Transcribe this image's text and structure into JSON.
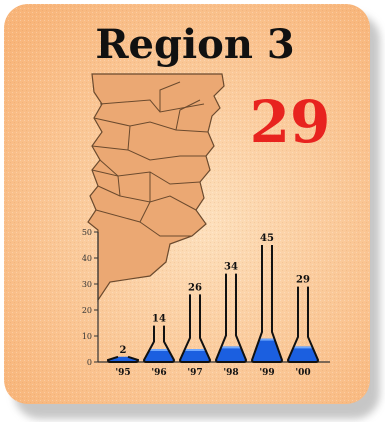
{
  "title": "Region 3",
  "headline_number": "29",
  "colors": {
    "card_background": "#f8b57a",
    "card_light": "#fde0bd",
    "map_fill": "#eba873",
    "map_stroke": "#6b4a2e",
    "headline_red": "#e8231f",
    "flask_outline": "#111111",
    "flask_fill_blue": "#1b5fe0",
    "flask_highlight": "#6fa8ff",
    "axis_color": "#333333"
  },
  "chart_data": {
    "type": "bar",
    "mark_style": "flask",
    "categories": [
      "'95",
      "'96",
      "'97",
      "'98",
      "'99",
      "'00"
    ],
    "values": [
      2,
      14,
      26,
      34,
      45,
      29
    ],
    "data_labels": [
      "2",
      "14",
      "26",
      "34",
      "45",
      "29"
    ],
    "blue_fill_values": [
      3,
      5,
      5,
      6,
      9,
      6
    ],
    "y_ticks": [
      "0",
      "10",
      "20",
      "30",
      "40",
      "50"
    ],
    "ylim": [
      0,
      50
    ],
    "title": "Region 3",
    "xlabel": "",
    "ylabel": "",
    "grid": false,
    "legend": "none"
  }
}
